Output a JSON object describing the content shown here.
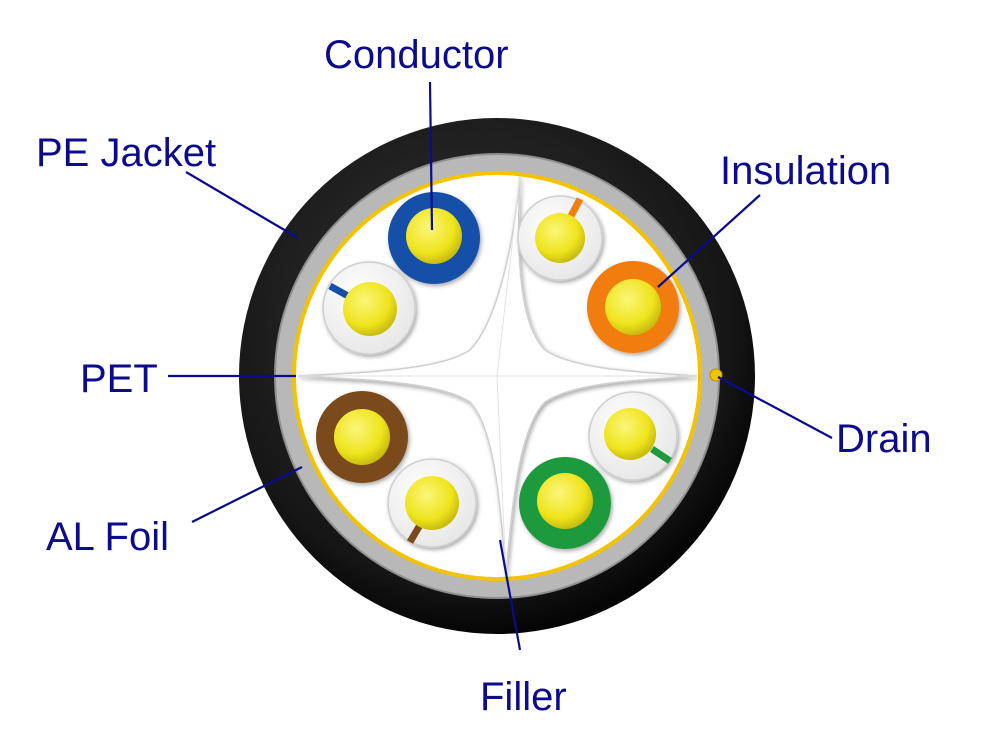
{
  "labels": {
    "conductor": "Conductor",
    "pe_jacket": "PE Jacket",
    "insulation": "Insulation",
    "pet": "PET",
    "drain": "Drain",
    "al_foil": "AL Foil",
    "filler": "Filler"
  },
  "colors": {
    "label_text": "#0b0b8c",
    "jacket": "#111111",
    "foil": "#b4b4b4",
    "pet_ring": "#f2c400",
    "conductor": "#f2ea2a",
    "pair_blue": "#1450a8",
    "pair_orange": "#f07d10",
    "pair_green": "#1e9a3c",
    "pair_brown": "#7a4a1e",
    "filler": "#ffffff"
  },
  "pairs": [
    {
      "name": "blue",
      "solid": "blue-solid",
      "stripe": "blue-white"
    },
    {
      "name": "orange",
      "solid": "orange-solid",
      "stripe": "orange-white"
    },
    {
      "name": "green",
      "solid": "green-solid",
      "stripe": "green-white"
    },
    {
      "name": "brown",
      "solid": "brown-solid",
      "stripe": "brown-white"
    }
  ]
}
